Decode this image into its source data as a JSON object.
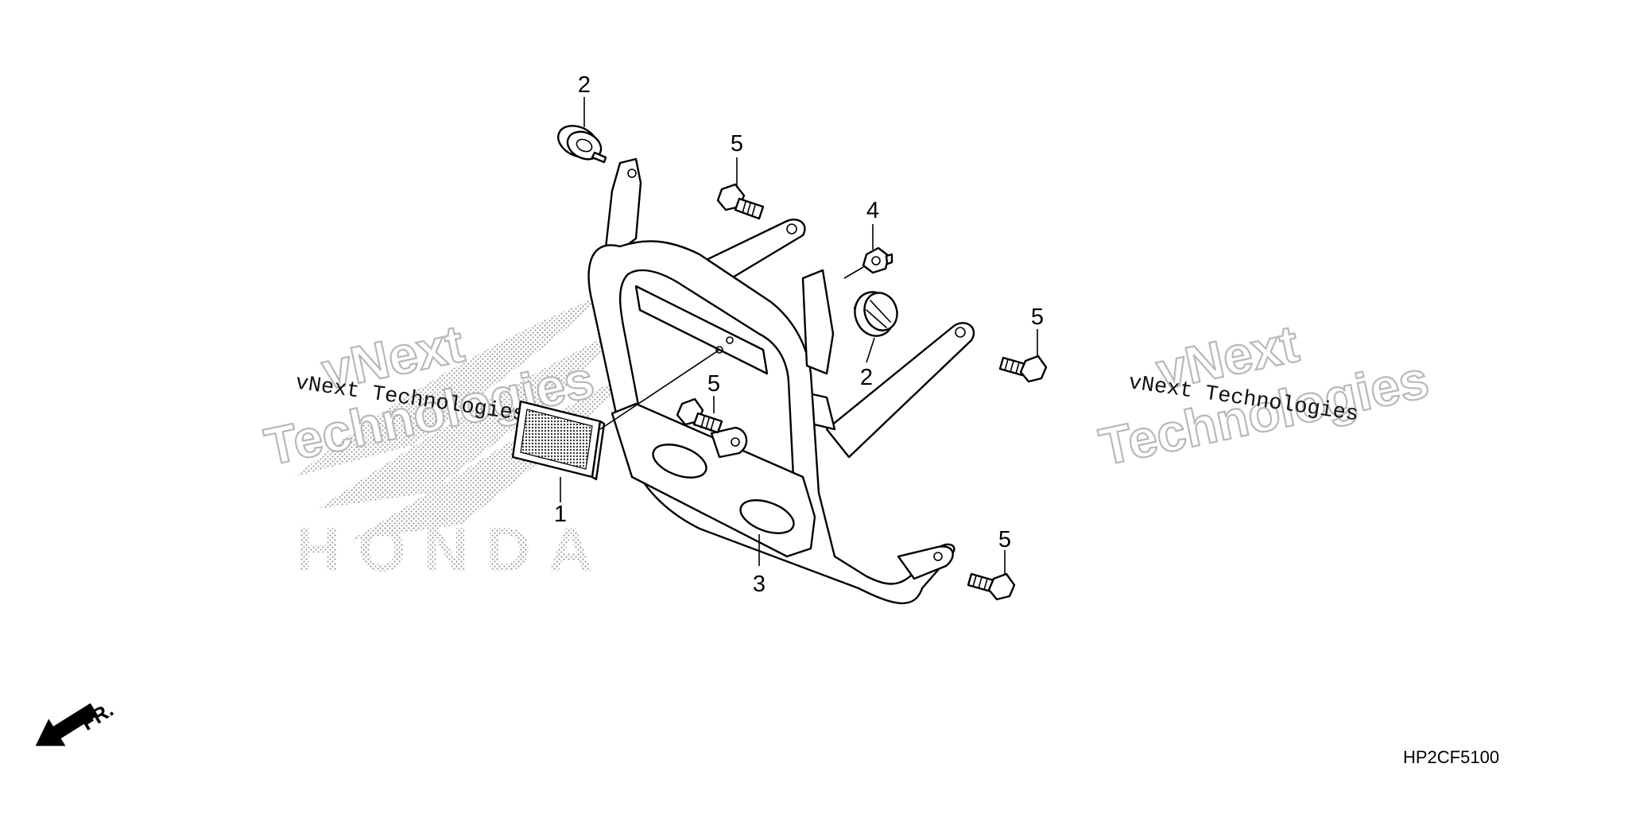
{
  "diagram": {
    "diagram_code": "HP2CF5100",
    "direction_label": "FR.",
    "brand_watermark": "HONDA",
    "watermarks": [
      {
        "line_small": "vNext Technologies",
        "line_big_1": "vNext",
        "line_big_2": "Technologies"
      },
      {
        "line_small": "vNext Technologies",
        "line_big_1": "vNext",
        "line_big_2": "Technologies"
      }
    ],
    "callouts": [
      {
        "number": "1",
        "part": "reflector"
      },
      {
        "number": "2",
        "part": "rubber-cushion-top"
      },
      {
        "number": "2",
        "part": "rubber-cushion-right"
      },
      {
        "number": "3",
        "part": "front-guard"
      },
      {
        "number": "4",
        "part": "nut"
      },
      {
        "number": "5",
        "part": "bolt-top"
      },
      {
        "number": "5",
        "part": "bolt-middle"
      },
      {
        "number": "5",
        "part": "bolt-right"
      },
      {
        "number": "5",
        "part": "bolt-bottom"
      }
    ]
  }
}
